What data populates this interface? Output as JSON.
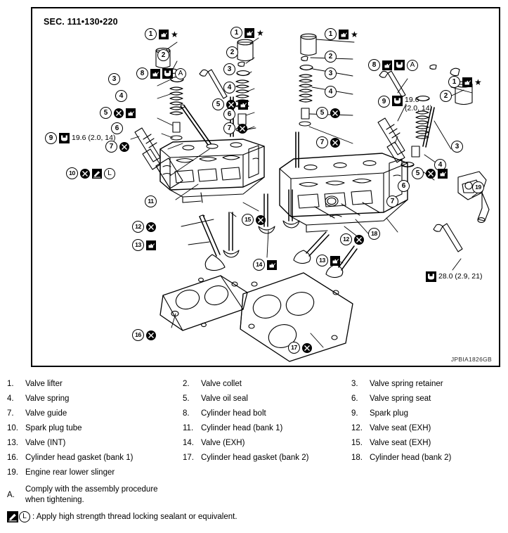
{
  "figure": {
    "section_title": "SEC. 111•130•220",
    "figure_id": "JPBIA1826GB",
    "torque_left": "19.6 (2.0, 14)",
    "torque_right_line1": "19.6",
    "torque_right_line2": "(2.0, 14)",
    "torque_bottom": "28.0 (2.9, 21)",
    "callout_numbers": {
      "n1": "1",
      "n2": "2",
      "n3": "3",
      "n4": "4",
      "n5": "5",
      "n6": "6",
      "n7": "7",
      "n8": "8",
      "n9": "9",
      "n10": "10",
      "n11": "11",
      "n12": "12",
      "n13": "13",
      "n14": "14",
      "n15": "15",
      "n16": "16",
      "n17": "17",
      "n18": "18",
      "n19": "19"
    },
    "marker_a": "A",
    "marker_l": "L",
    "star": "★",
    "icons": {
      "oil": "oil-can-icon",
      "wrench": "torque-wrench-icon",
      "replace": "replace-x-icon",
      "sealant": "sealant-brush-icon"
    }
  },
  "legend": {
    "items": [
      {
        "idx": "1.",
        "label": "Valve lifter"
      },
      {
        "idx": "2.",
        "label": "Valve collet"
      },
      {
        "idx": "3.",
        "label": "Valve spring retainer"
      },
      {
        "idx": "4.",
        "label": "Valve spring"
      },
      {
        "idx": "5.",
        "label": "Valve oil seal"
      },
      {
        "idx": "6.",
        "label": "Valve spring seat"
      },
      {
        "idx": "7.",
        "label": "Valve guide"
      },
      {
        "idx": "8.",
        "label": "Cylinder head bolt"
      },
      {
        "idx": "9.",
        "label": "Spark plug"
      },
      {
        "idx": "10.",
        "label": "Spark plug tube"
      },
      {
        "idx": "11.",
        "label": "Cylinder head (bank 1)"
      },
      {
        "idx": "12.",
        "label": "Valve seat (EXH)"
      },
      {
        "idx": "13.",
        "label": "Valve (INT)"
      },
      {
        "idx": "14.",
        "label": "Valve (EXH)"
      },
      {
        "idx": "15.",
        "label": "Valve seat (EXH)"
      },
      {
        "idx": "16.",
        "label": "Cylinder head gasket (bank 1)"
      },
      {
        "idx": "17.",
        "label": "Cylinder head gasket (bank 2)"
      },
      {
        "idx": "18.",
        "label": "Cylinder head (bank 2)"
      },
      {
        "idx": "19.",
        "label": "Engine rear lower slinger"
      }
    ],
    "note_a": {
      "idx": "A.",
      "line1": "Comply with the assembly procedure",
      "line2": "when tightening."
    }
  },
  "footnote": {
    "marker_l": "L",
    "text": ": Apply high strength thread locking sealant or equivalent."
  }
}
